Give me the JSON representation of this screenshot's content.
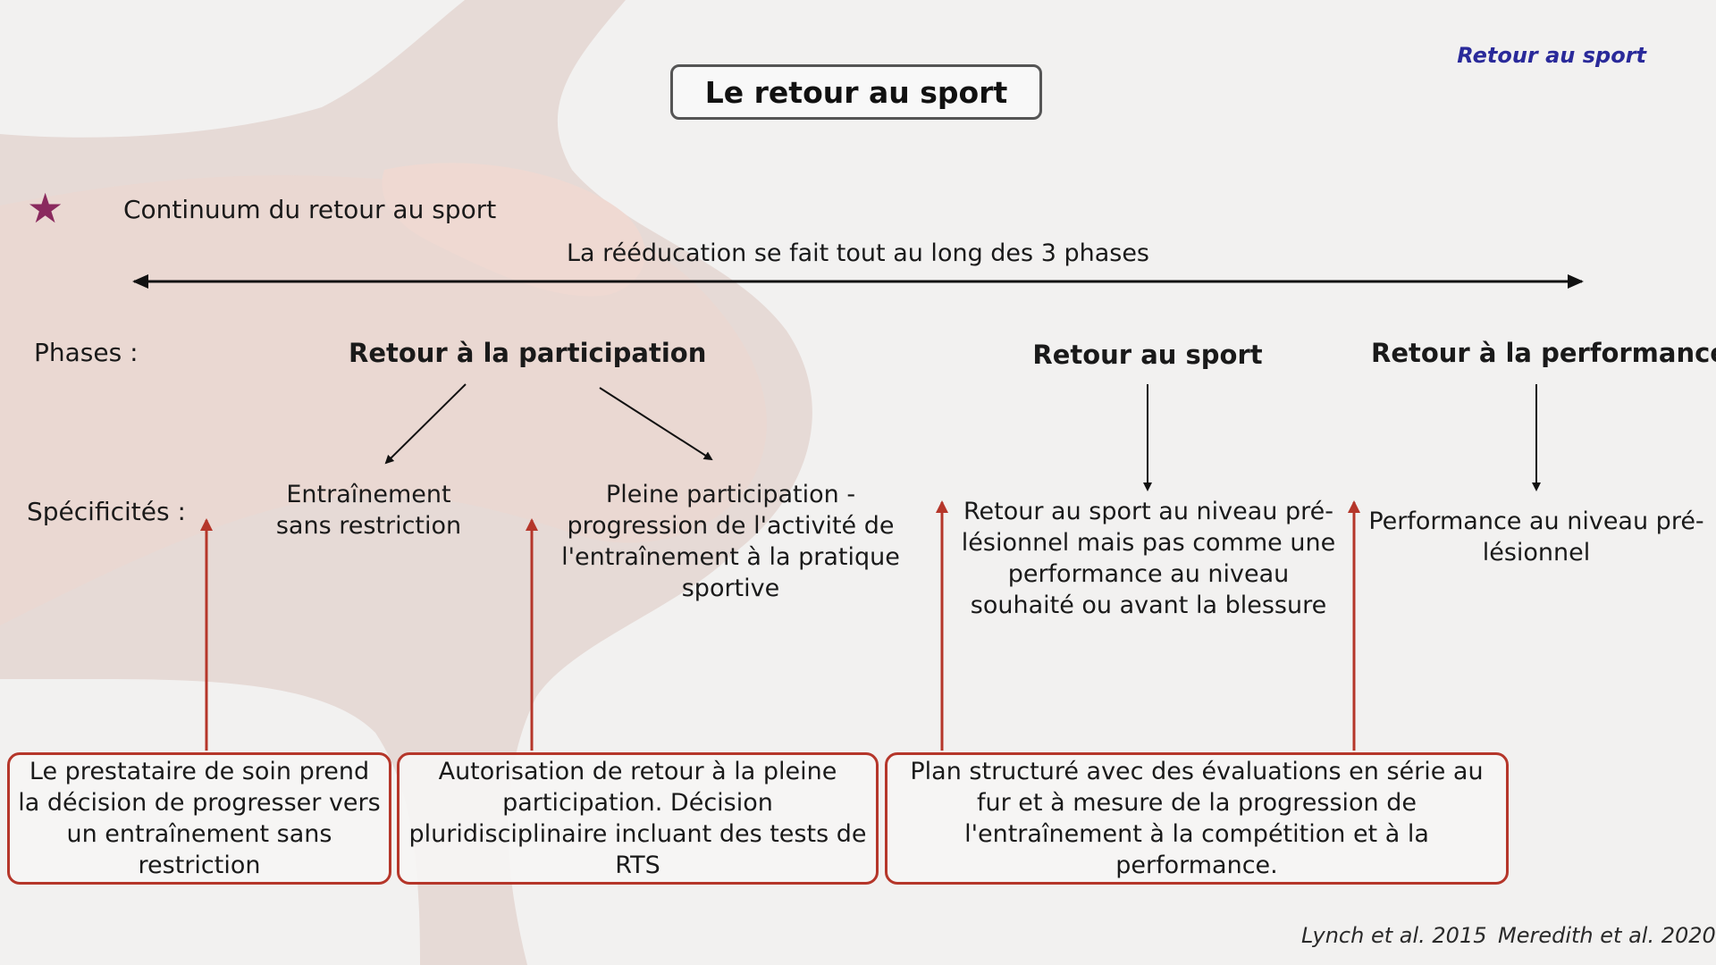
{
  "header": {
    "title": "Le retour au sport",
    "corner_label": "Retour au sport"
  },
  "continuum": {
    "label": "Continuum du retour au sport",
    "rehab_caption": "La rééducation se fait tout au long des 3 phases",
    "star_color": "#8a2a5e"
  },
  "rows": {
    "phases_label": "Phases :",
    "specificities_label": "Spécificités :"
  },
  "phases": [
    {
      "name": "Retour à la participation"
    },
    {
      "name": "Retour au sport"
    },
    {
      "name": "Retour à la performance"
    }
  ],
  "specificities": [
    {
      "text": "Entraînement sans restriction"
    },
    {
      "text": "Pleine participation - progression de l'activité de l'entraînement à la pratique sportive"
    },
    {
      "text": "Retour au sport au niveau pré-lésionnel mais pas comme une performance au niveau souhaité ou avant la blessure"
    },
    {
      "text": "Performance au niveau pré-lésionnel"
    }
  ],
  "decisions": [
    {
      "text": "Le prestataire de soin prend la décision de progresser vers un entraînement sans restriction"
    },
    {
      "text": "Autorisation de retour à la pleine participation. Décision pluridisciplinaire incluant des tests de RTS"
    },
    {
      "text": "Plan structuré avec des évaluations en série au fur et à mesure de la progression de l'entraînement à la compétition et à la performance."
    }
  ],
  "references": [
    "Lynch et al. 2015",
    "Meredith et al. 2020"
  ],
  "colors": {
    "accent_red": "#b5362a",
    "corner_blue": "#2a2a9a"
  }
}
